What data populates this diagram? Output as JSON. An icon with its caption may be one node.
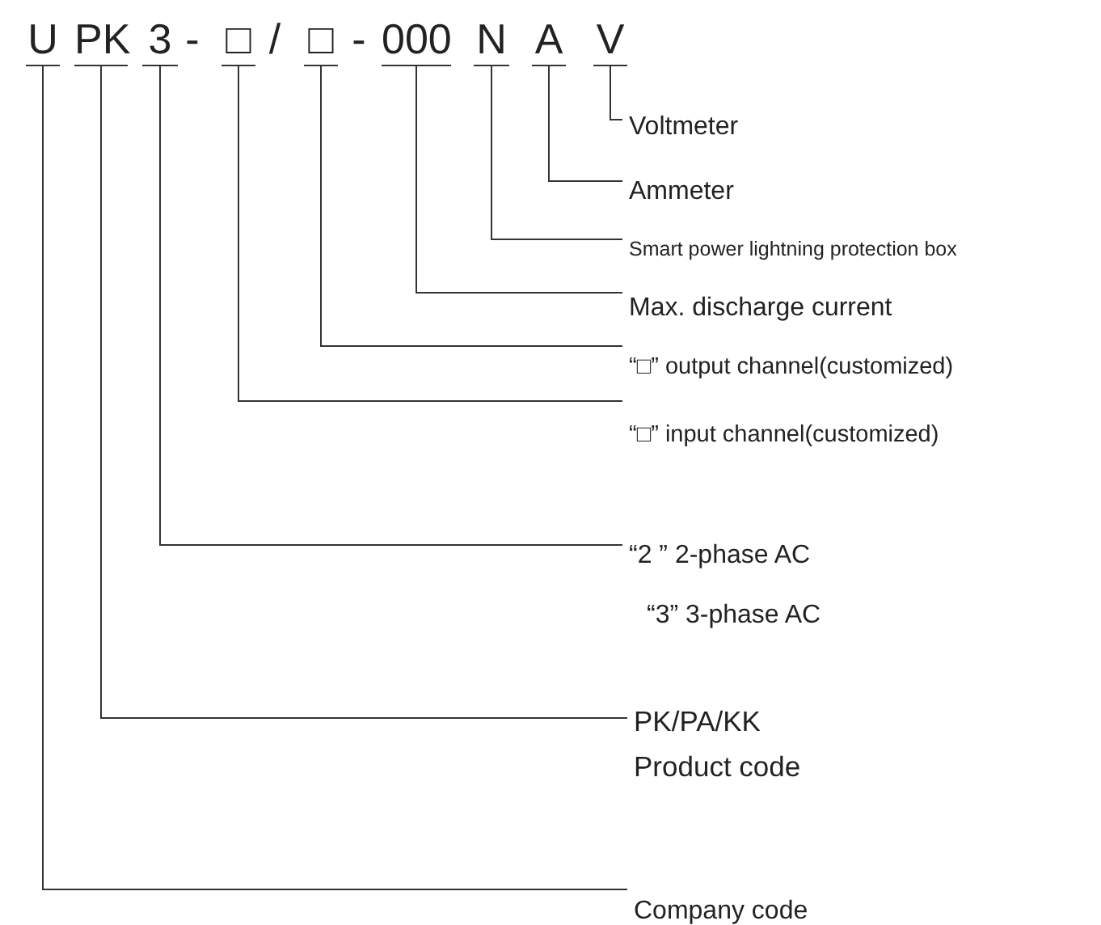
{
  "diagram": {
    "nodes": [
      {
        "text": [
          "U"
        ]
      },
      {
        "text": [
          "PK"
        ]
      },
      {
        "text": [
          "3"
        ]
      },
      {
        "text": [
          "□"
        ]
      },
      {
        "text": [
          "□"
        ]
      },
      {
        "text": [
          "000"
        ]
      },
      {
        "text": [
          "N"
        ]
      },
      {
        "text": [
          "A"
        ]
      },
      {
        "text": [
          "V"
        ]
      },
      {
        "text": [
          "Voltmeter"
        ]
      },
      {
        "text": [
          "Ammeter"
        ]
      },
      {
        "text": [
          "Smart power lightning protection box"
        ]
      },
      {
        "text": [
          "Max. discharge current"
        ]
      },
      {
        "text": [
          "“□” output channel(customized)"
        ]
      },
      {
        "text": [
          "“□” input channel(customized)"
        ]
      },
      {
        "text": [
          "“2 ” 2-phase AC"
        ]
      },
      {
        "text": [
          "PK/PA/KK",
          "Product code"
        ]
      },
      {
        "text": [
          "Company code"
        ]
      }
    ],
    "edges": [
      {
        "from": 8,
        "to": 9,
        "arrow": "none"
      },
      {
        "from": 7,
        "to": 10,
        "arrow": "none"
      },
      {
        "from": 6,
        "to": 11,
        "arrow": "none"
      },
      {
        "from": 5,
        "to": 12,
        "arrow": "none"
      },
      {
        "from": 4,
        "to": 13,
        "arrow": "none"
      },
      {
        "from": 3,
        "to": 14,
        "arrow": "none"
      },
      {
        "from": 2,
        "to": 15,
        "arrow": "none"
      },
      {
        "from": 1,
        "to": 16,
        "arrow": "none"
      },
      {
        "from": 0,
        "to": 17,
        "arrow": "none"
      }
    ],
    "labels": [
      "-",
      "/",
      "-",
      "“3” 3-phase AC"
    ]
  }
}
